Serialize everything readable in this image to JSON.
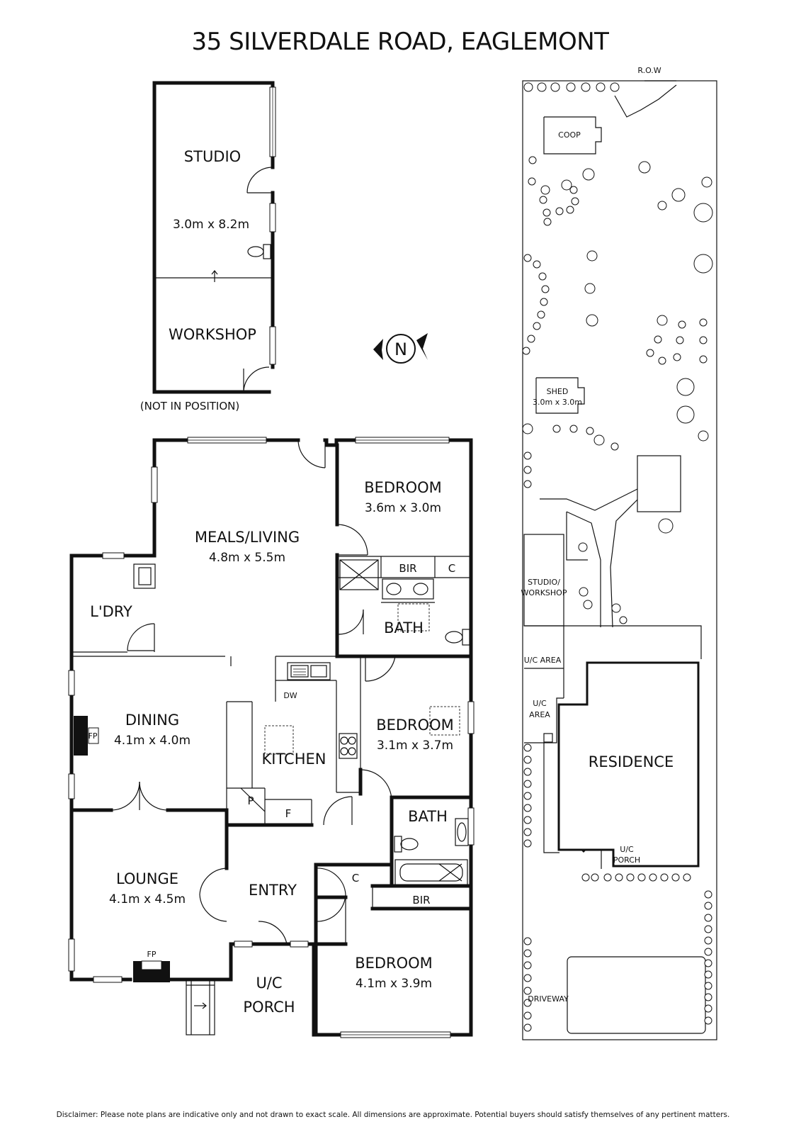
{
  "title": "35 SILVERDALE ROAD, EAGLEMONT",
  "compass": {
    "label": "N"
  },
  "outbuilding": {
    "studio": {
      "name": "STUDIO",
      "size": "3.0m x 8.2m"
    },
    "workshop": {
      "name": "WORKSHOP"
    },
    "note": "(NOT IN POSITION)"
  },
  "rooms": {
    "meals_living": {
      "name": "MEALS/LIVING",
      "size": "4.8m x 5.5m"
    },
    "bedroom1": {
      "name": "BEDROOM",
      "size": "3.6m x 3.0m"
    },
    "bir1": "BIR",
    "c1": "C",
    "bath1": "BATH",
    "laundry": "L'DRY",
    "dining": {
      "name": "DINING",
      "size": "4.1m x 4.0m",
      "fp": "FP"
    },
    "kitchen": {
      "name": "KITCHEN",
      "dw": "DW",
      "p": "P",
      "f": "F"
    },
    "bedroom2": {
      "name": "BEDROOM",
      "size": "3.1m x 3.7m"
    },
    "bath2": "BATH",
    "c2": "C",
    "bir2": "BIR",
    "lounge": {
      "name": "LOUNGE",
      "size": "4.1m x 4.5m",
      "fp": "FP"
    },
    "entry": "ENTRY",
    "porch": {
      "line1": "U/C",
      "line2": "PORCH"
    },
    "bedroom3": {
      "name": "BEDROOM",
      "size": "4.1m x 3.9m"
    }
  },
  "site": {
    "row": "R.O.W",
    "coop": "COOP",
    "shed": {
      "name": "SHED",
      "size": "3.0m x 3.0m"
    },
    "studio_workshop": {
      "line1": "STUDIO/",
      "line2": "WORKSHOP"
    },
    "uc_area_1": "U/C AREA",
    "uc_area_2": {
      "line1": "U/C",
      "line2": "AREA"
    },
    "residence": "RESIDENCE",
    "uc_porch": {
      "line1": "U/C",
      "line2": "PORCH"
    },
    "driveway": "DRIVEWAY"
  },
  "disclaimer": "Disclaimer: Please note plans are indicative only and not drawn to exact scale. All dimensions are approximate. Potential buyers should satisfy themselves of any pertinent matters."
}
